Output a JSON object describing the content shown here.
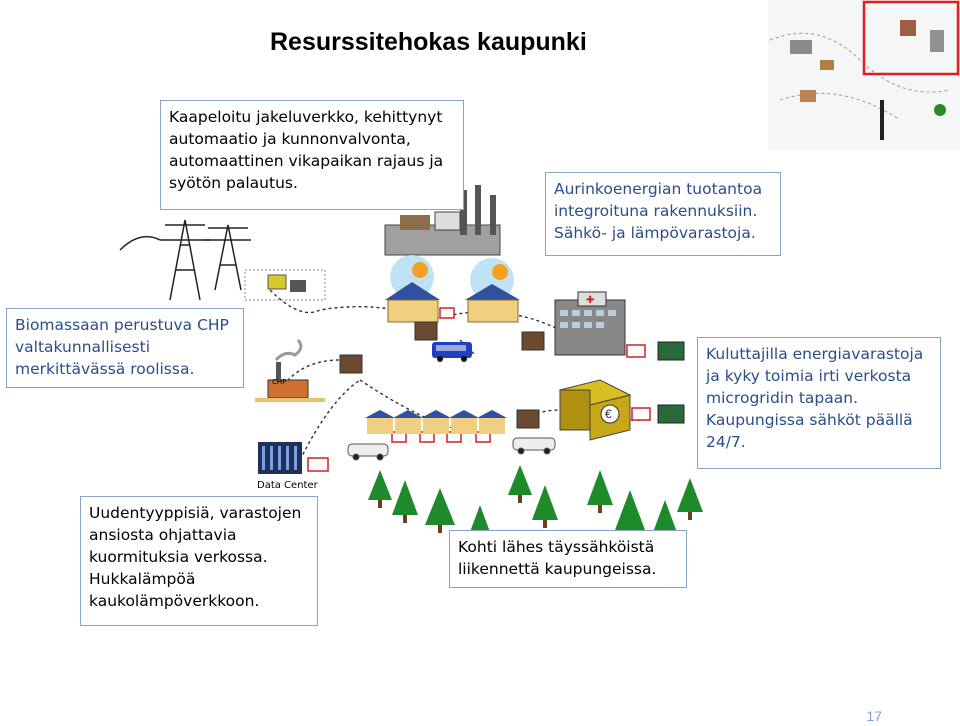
{
  "title": "Resurssitehokas kaupunki",
  "boxes": {
    "grid": [
      "Kaapeloitu jakeluverkko, kehittynyt",
      "automaatio ja kunnonvalvonta,",
      "automaattinen vikapaikan rajaus ja",
      "syötön palautus."
    ],
    "solar": [
      "Aurinkoenergian tuotantoa",
      "integroituna rakennuksiin.",
      "Sähkö- ja lämpövarastoja."
    ],
    "chp": [
      "Biomassaan perustuva CHP",
      "valtakunnallisesti",
      "merkittävässä roolissa."
    ],
    "storage": [
      "Kuluttajilla energiavarastoja",
      "ja kyky toimia irti verkosta",
      "microgridin tapaan.",
      "Kaupungissa sähköt päällä",
      "24/7."
    ],
    "loads": [
      "Uudentyyppisiä, varastojen",
      "ansiosta ohjattavia",
      "kuormituksia verkossa.",
      "Hukkalämpöä",
      "kaukolämpöverkkoon."
    ],
    "ev": [
      "Kohti lähes täyssähköistä",
      "liikennettä kaupungeissa."
    ]
  },
  "labels": {
    "chp_plant": "CHP",
    "data_center": "Data Center"
  },
  "page_number": "17",
  "colors": {
    "box_border": "#8aa4c8",
    "blue_text": "#2a4e8a",
    "battery_red": "#d03030",
    "page_number": "#7f9fcf"
  }
}
